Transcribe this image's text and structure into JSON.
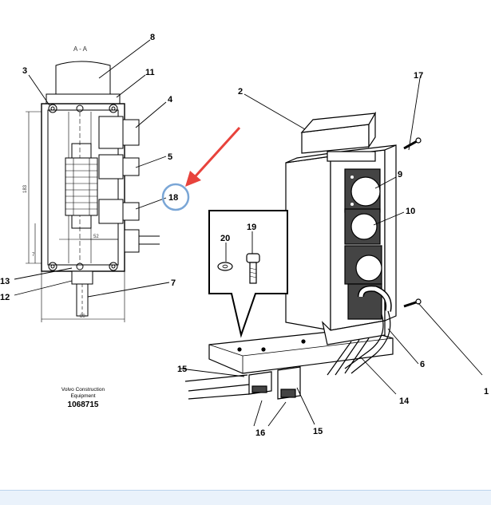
{
  "section_label": "A - A",
  "dimensions": {
    "height_label": "183",
    "inner_width_label": "52",
    "side_label": "7",
    "bottom_width_label": "80"
  },
  "callouts": {
    "c1": "1",
    "c2": "2",
    "c3": "3",
    "c4": "4",
    "c5": "5",
    "c6": "6",
    "c7": "7",
    "c8": "8",
    "c9": "9",
    "c10": "10",
    "c11": "11",
    "c12": "12",
    "c13": "13",
    "c14": "14",
    "c15a": "15",
    "c15b": "15",
    "c16": "16",
    "c17": "17",
    "c18": "18",
    "c19": "19",
    "c20": "20"
  },
  "footer": {
    "line1": "Volvo Construction",
    "line2": "Equipment",
    "part_number": "1068715"
  },
  "colors": {
    "highlight_arrow": "#e8433c",
    "highlight_circle": "#7aa6d6",
    "bottom_bar": "#eaf2fb"
  }
}
